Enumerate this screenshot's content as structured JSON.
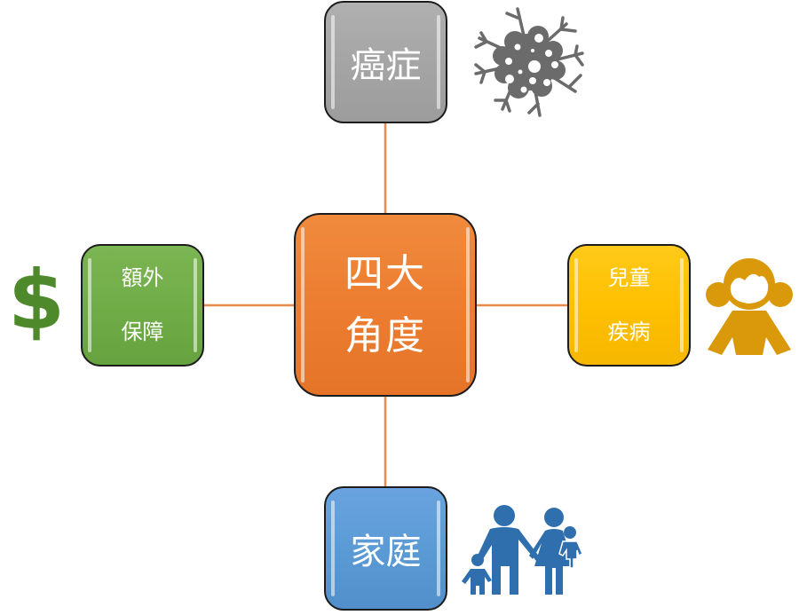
{
  "diagram": {
    "type": "hub-and-spoke",
    "center": {
      "lines": [
        "四大",
        "角度"
      ],
      "color": "#ED7D31"
    },
    "nodes": {
      "top": {
        "lines": [
          "癌症"
        ],
        "color": "#A5A5A5",
        "icon": "cancer-cell-icon",
        "icon_color": "#6b6b6b"
      },
      "left": {
        "lines": [
          "額外",
          "保障"
        ],
        "color": "#70AD47",
        "icon": "dollar-sign-icon",
        "icon_color": "#4e8a2c"
      },
      "right": {
        "lines": [
          "兒童",
          "疾病"
        ],
        "color": "#FFC000",
        "icon": "girl-icon",
        "icon_color": "#d9990a"
      },
      "bottom": {
        "lines": [
          "家庭"
        ],
        "color": "#5B9BD5",
        "icon": "family-icon",
        "icon_color": "#2f6fad"
      }
    },
    "connector_color": "#E98B4F"
  }
}
